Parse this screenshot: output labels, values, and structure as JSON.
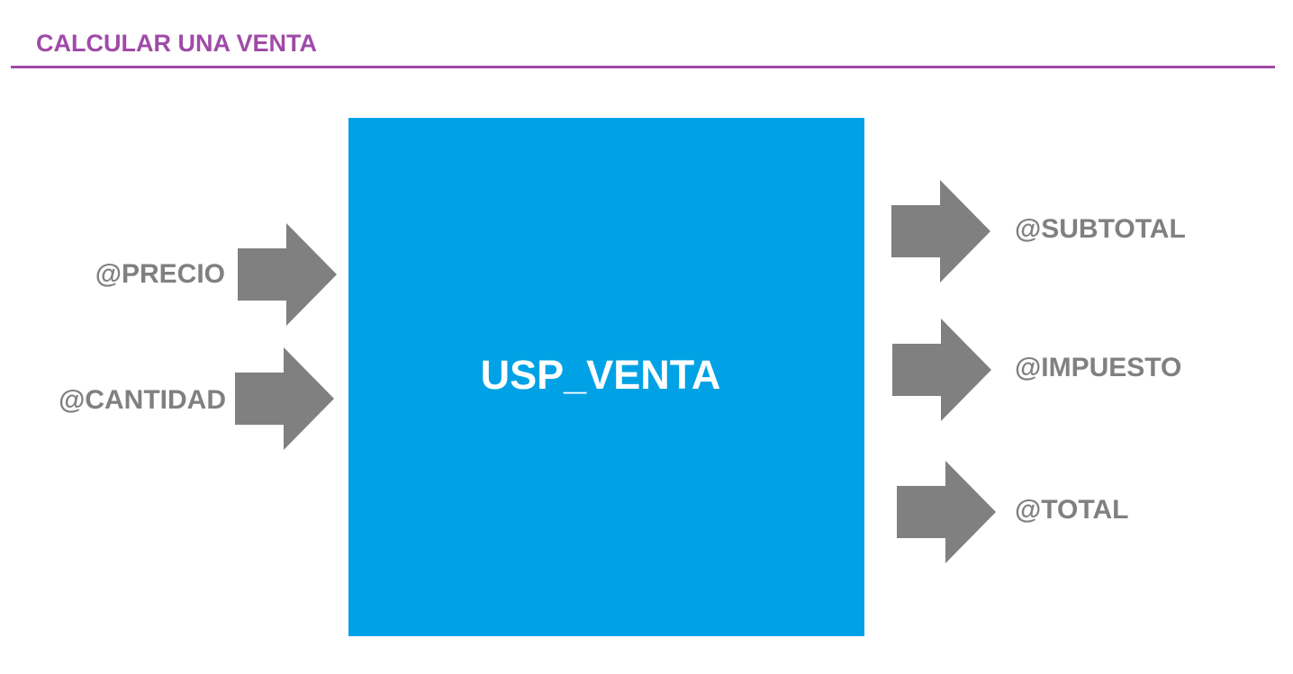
{
  "title": "CALCULAR UNA VENTA",
  "procedure": {
    "name": "USP_VENTA",
    "color": "#00a2e5"
  },
  "inputs": [
    {
      "label": "@PRECIO"
    },
    {
      "label": "@CANTIDAD"
    }
  ],
  "outputs": [
    {
      "label": "@SUBTOTAL"
    },
    {
      "label": "@IMPUESTO"
    },
    {
      "label": "@TOTAL"
    }
  ],
  "colors": {
    "title": "#a04aa8",
    "arrow": "#808080",
    "label": "#808080"
  },
  "icons": {
    "arrow": "right-arrow-icon"
  }
}
